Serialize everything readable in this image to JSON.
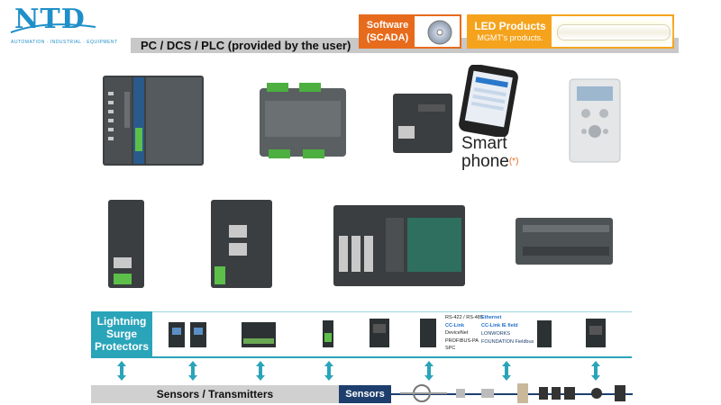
{
  "logo": {
    "name": "NTD",
    "tagline": "AUTOMATION · INDUSTRIAL · EQUIPMENT"
  },
  "header": {
    "title": "PC / DCS / PLC (provided by the user)",
    "software": {
      "line1": "Software",
      "line2": "(SCADA)"
    },
    "led": {
      "title": "LED Products",
      "subtitle": "MGMT's products."
    }
  },
  "smartphone": {
    "line1": "Smart",
    "line2": "phone",
    "note": "(*)"
  },
  "protection": {
    "label_lines": [
      "Lightning",
      "Surge",
      "Protectors"
    ]
  },
  "protocols": {
    "left": [
      "RS-422 / RS-485",
      "CC-Link",
      "DeviceNet",
      "PROFIBUS-PA",
      "SPC"
    ],
    "right": [
      "Ethernet",
      "CC-Link IE field",
      "LONWORKS",
      "FOUNDATION Fieldbus"
    ]
  },
  "bottom": {
    "sensors_transmitters": "Sensors / Transmitters",
    "sensors": "Sensors"
  },
  "colors": {
    "teal": "#2aa4b9",
    "orange": "#e76b1c",
    "amber": "#f5a31c",
    "navy": "#1e3f6e"
  }
}
